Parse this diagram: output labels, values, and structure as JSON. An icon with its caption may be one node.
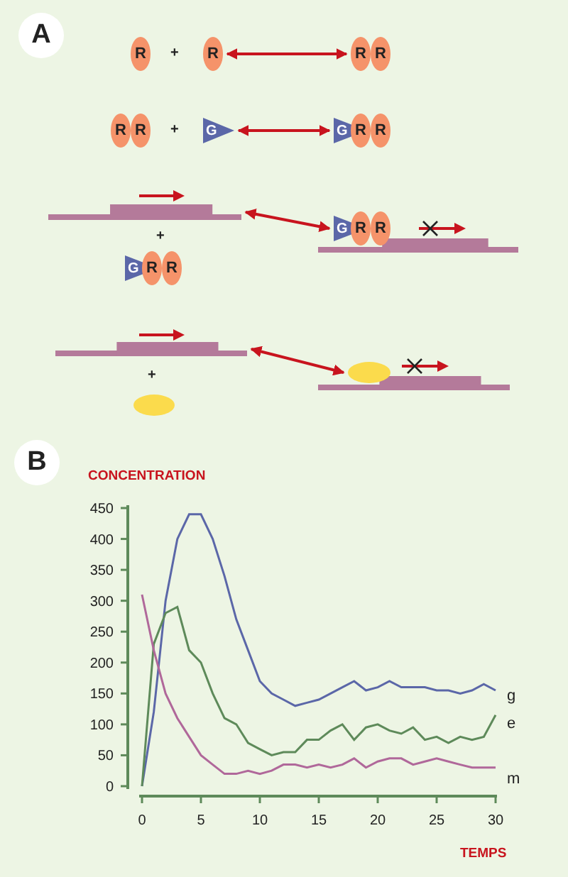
{
  "diagram": {
    "nodes": [
      {
        "text": [
          "A"
        ]
      },
      {
        "text": [
          "R"
        ]
      },
      {
        "text": [
          "R"
        ]
      },
      {
        "text": [
          "R"
        ]
      },
      {
        "text": [
          "R"
        ]
      },
      {
        "text": [
          "R"
        ]
      },
      {
        "text": [
          "R"
        ]
      },
      {
        "text": [
          "G"
        ]
      },
      {
        "text": [
          "G"
        ]
      },
      {
        "text": [
          "R"
        ]
      },
      {
        "text": [
          "R"
        ]
      },
      {
        "text": [],
        "shape": "bar"
      },
      {
        "text": [
          "G"
        ]
      },
      {
        "text": [
          "R"
        ]
      },
      {
        "text": [
          "R"
        ]
      },
      {
        "text": [
          "G"
        ]
      },
      {
        "text": [
          "R"
        ]
      },
      {
        "text": [
          "R"
        ]
      },
      {
        "text": [],
        "shape": "bar"
      },
      {
        "text": [],
        "shape": "bar"
      },
      {
        "text": [],
        "shape": "ellipse"
      },
      {
        "text": [],
        "shape": "ellipse"
      },
      {
        "text": [],
        "shape": "bar"
      },
      {
        "text": [
          "B"
        ]
      }
    ],
    "edges": [
      {
        "from": 2,
        "to": 3,
        "arrow": "both"
      },
      {
        "from": 7,
        "to": 8,
        "arrow": "both"
      },
      {
        "from": 11,
        "to": 15,
        "arrow": "both"
      },
      {
        "from": 19,
        "to": 21,
        "arrow": "both"
      }
    ],
    "labels": [
      "+",
      "+",
      "+",
      "+"
    ],
    "chart_data": {
      "type": "line",
      "xlabel": "TEMPS",
      "ylabel": "CONCENTRATION",
      "x": [
        0,
        1,
        2,
        3,
        4,
        5,
        6,
        7,
        8,
        9,
        10,
        11,
        12,
        13,
        14,
        15,
        16,
        17,
        18,
        19,
        20,
        21,
        22,
        23,
        24,
        25,
        26,
        27,
        28,
        29,
        30
      ],
      "series": [
        {
          "name": "g",
          "color": "#5b67a8",
          "values": [
            0,
            120,
            300,
            400,
            440,
            440,
            400,
            340,
            270,
            220,
            170,
            150,
            140,
            130,
            135,
            140,
            150,
            160,
            170,
            155,
            160,
            170,
            160,
            160,
            160,
            155,
            155,
            150,
            155,
            165,
            155
          ]
        },
        {
          "name": "e",
          "color": "#5e8a5a",
          "values": [
            0,
            230,
            280,
            290,
            220,
            200,
            150,
            110,
            100,
            70,
            60,
            50,
            55,
            55,
            75,
            75,
            90,
            100,
            75,
            95,
            100,
            90,
            85,
            95,
            75,
            80,
            70,
            80,
            75,
            80,
            115
          ]
        },
        {
          "name": "m",
          "color": "#b0689a",
          "values": [
            310,
            220,
            150,
            110,
            80,
            50,
            35,
            20,
            20,
            25,
            20,
            25,
            35,
            35,
            30,
            35,
            30,
            35,
            45,
            30,
            40,
            45,
            45,
            35,
            40,
            45,
            40,
            35,
            30,
            30,
            30
          ]
        }
      ],
      "xlim": [
        0,
        30
      ],
      "ylim": [
        0,
        450
      ],
      "xticks": [
        0,
        5,
        10,
        15,
        20,
        25,
        30
      ],
      "yticks": [
        0,
        50,
        100,
        150,
        200,
        250,
        300,
        350,
        400,
        450
      ]
    }
  }
}
